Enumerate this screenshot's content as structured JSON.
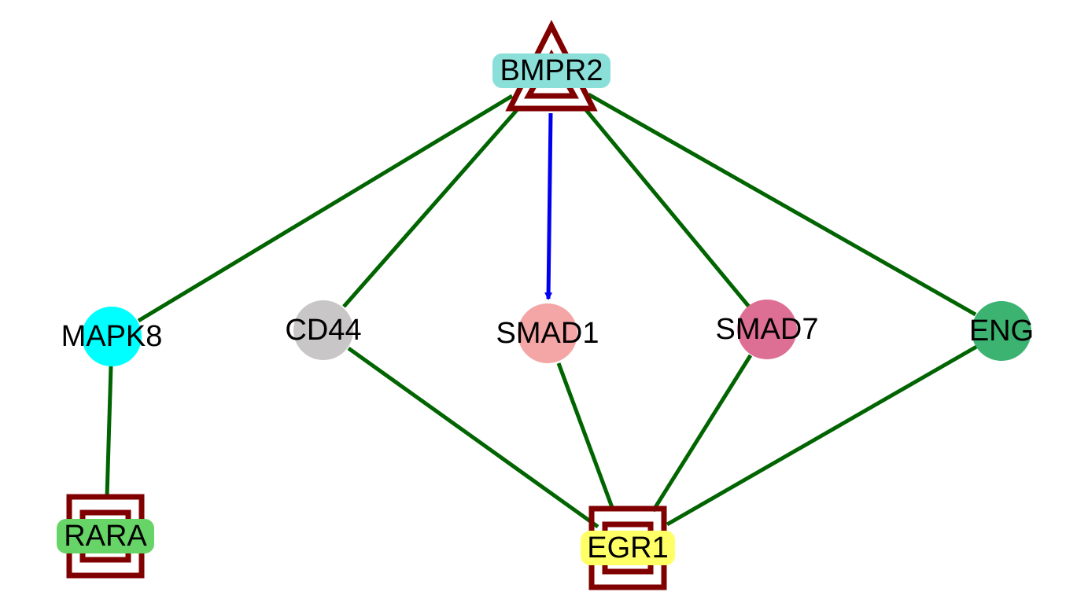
{
  "nodes": [
    {
      "id": "BMPR2",
      "label": "BMPR2",
      "shape": "triangle",
      "color": "#8bdfd9",
      "label_bg": "#8bdfd9",
      "border_color": "#800000"
    },
    {
      "id": "MAPK8",
      "label": "MAPK8",
      "shape": "circle",
      "color": "#00ffff"
    },
    {
      "id": "CD44",
      "label": "CD44",
      "shape": "circle",
      "color": "#c8c6c7"
    },
    {
      "id": "SMAD1",
      "label": "SMAD1",
      "shape": "circle",
      "color": "#f4a6a6"
    },
    {
      "id": "SMAD7",
      "label": "SMAD7",
      "shape": "circle",
      "color": "#de6f94"
    },
    {
      "id": "ENG",
      "label": "ENG",
      "shape": "circle",
      "color": "#3cb371"
    },
    {
      "id": "RARA",
      "label": "RARA",
      "shape": "square",
      "color": "#66d466",
      "label_bg": "#66d466",
      "border_color": "#800000"
    },
    {
      "id": "EGR1",
      "label": "EGR1",
      "shape": "square",
      "color": "#ffff66",
      "label_bg": "#ffff66",
      "border_color": "#800000"
    }
  ],
  "edges": [
    {
      "source": "BMPR2",
      "target": "MAPK8",
      "type": "undirected",
      "color": "#006400"
    },
    {
      "source": "BMPR2",
      "target": "CD44",
      "type": "undirected",
      "color": "#006400"
    },
    {
      "source": "BMPR2",
      "target": "SMAD1",
      "type": "directed",
      "color": "#0000ee"
    },
    {
      "source": "BMPR2",
      "target": "SMAD7",
      "type": "undirected",
      "color": "#006400"
    },
    {
      "source": "BMPR2",
      "target": "ENG",
      "type": "undirected",
      "color": "#006400"
    },
    {
      "source": "MAPK8",
      "target": "RARA",
      "type": "undirected",
      "color": "#006400"
    },
    {
      "source": "CD44",
      "target": "EGR1",
      "type": "undirected",
      "color": "#006400"
    },
    {
      "source": "SMAD1",
      "target": "EGR1",
      "type": "undirected",
      "color": "#006400"
    },
    {
      "source": "SMAD7",
      "target": "EGR1",
      "type": "undirected",
      "color": "#006400"
    },
    {
      "source": "ENG",
      "target": "EGR1",
      "type": "undirected",
      "color": "#006400"
    }
  ]
}
